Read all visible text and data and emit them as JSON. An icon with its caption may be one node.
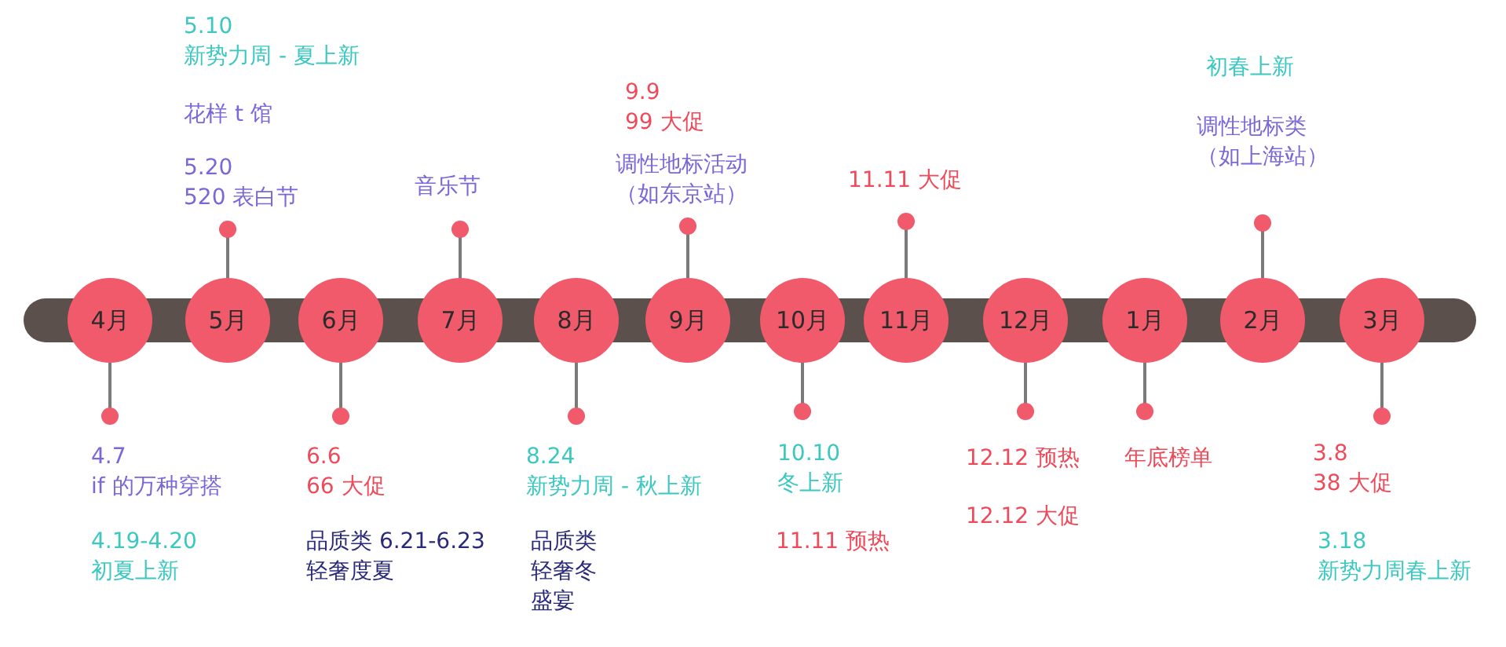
{
  "diagram": {
    "nodes": [
      {
        "text": [
          "4月"
        ],
        "beside": [
          "4.7 if 的万种穿搭",
          "4.19-4.20 初夏上新"
        ]
      },
      {
        "text": [
          "5月"
        ],
        "beside": [
          "5.10 新势力周 - 夏上新",
          "花样 t 馆",
          "5.20 520 表白节"
        ]
      },
      {
        "text": [
          "6月"
        ],
        "beside": [
          "6.6 66 大促",
          "品质类 6.21-6.23 轻奢度夏"
        ]
      },
      {
        "text": [
          "7月"
        ],
        "beside": [
          "音乐节"
        ]
      },
      {
        "text": [
          "8月"
        ],
        "beside": [
          "8.24 新势力周 - 秋上新",
          "品质类轻奢冬盛宴"
        ]
      },
      {
        "text": [
          "9月"
        ],
        "beside": [
          "9.9 99 大促",
          "调性地标活动（如东京站）"
        ]
      },
      {
        "text": [
          "10月"
        ],
        "beside": [
          "10.10 冬上新",
          "11.11 预热"
        ]
      },
      {
        "text": [
          "11月"
        ],
        "beside": [
          "11.11 大促"
        ]
      },
      {
        "text": [
          "12月"
        ],
        "beside": [
          "12.12 预热",
          "12.12 大促"
        ]
      },
      {
        "text": [
          "1月"
        ],
        "beside": [
          "年底榜单"
        ]
      },
      {
        "text": [
          "2月"
        ],
        "beside": [
          "初春上新",
          "调性地标类（如上海站）"
        ]
      },
      {
        "text": [
          "3月"
        ],
        "beside": [
          "3.8 38 大促",
          "3.18 新势力周春上新"
        ]
      }
    ]
  }
}
